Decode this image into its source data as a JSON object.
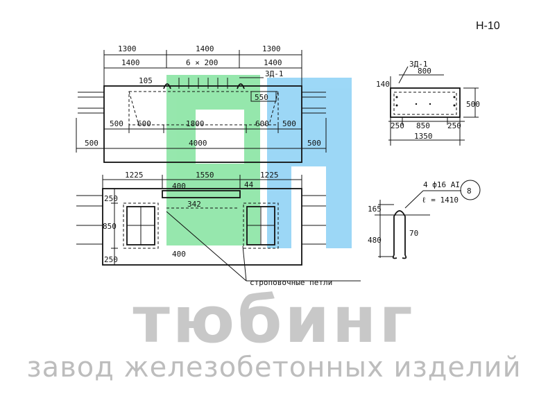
{
  "sheet_code": "Н-10",
  "brand": {
    "name": "тюбинг",
    "subtitle": "завод железобетонных изделий",
    "logo_green": "#3fd46a",
    "logo_blue": "#4db8f0"
  },
  "drawing": {
    "top_view": {
      "d_1300_left": "1300",
      "d_1400_mid": "1400",
      "d_1300_right": "1300",
      "d_1400_left": "1400",
      "d_6x200": "6 × 200",
      "d_1400_right": "1400",
      "d_105": "105",
      "zd_label": "ЗД-1",
      "d_550": "550",
      "d_500_a": "500",
      "d_600_a": "600",
      "d_1800": "1800",
      "d_600_b": "600",
      "d_500_b": "500",
      "d_500_outer_l": "500",
      "d_4000": "4000",
      "d_500_outer_r": "500"
    },
    "side_view": {
      "zd_label": "ЗД-1",
      "d_800": "800",
      "d_140": "140",
      "d_500": "500",
      "d_250_l": "250",
      "d_850": "850",
      "d_250_r": "250",
      "d_1350": "1350"
    },
    "front_view": {
      "d_1225_l": "1225",
      "d_1550": "1550",
      "d_1225_r": "1225",
      "d_400_top": "400",
      "d_44": "44",
      "d_342": "342",
      "d_250_top": "250",
      "d_850": "850",
      "d_250_bot": "250",
      "d_400_bot": "400",
      "loops_label": "строповочные петли"
    },
    "rebar": {
      "spec": "4 ф16 АI",
      "length": "ℓ = 1410",
      "mark": "8",
      "d_165": "165",
      "d_480": "480",
      "d_70": "70"
    }
  }
}
